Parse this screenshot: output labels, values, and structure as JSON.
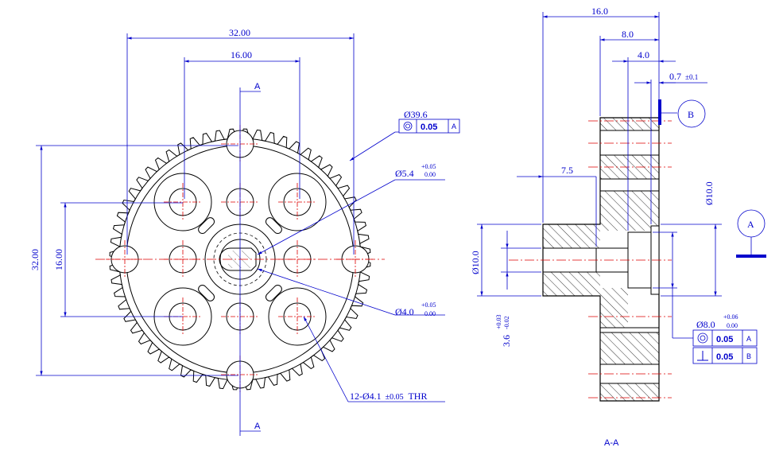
{
  "colors": {
    "outline": "#000000",
    "dimension": "#0000cc",
    "centerline": "#dd0000"
  },
  "front_view": {
    "dim_width_outer": "32.00",
    "dim_width_inner": "16.00",
    "dim_height_outer": "32.00",
    "dim_height_inner": "16.00",
    "section_mark": "A",
    "od_label": "Ø39.6",
    "od_tolerance": "0.05",
    "od_datum": "A",
    "bore1_label": "Ø5.4",
    "bore1_tol_upper": "+0.05",
    "bore1_tol_lower": "0.00",
    "bore2_label": "Ø4.0",
    "bore2_tol_upper": "+0.05",
    "bore2_tol_lower": "0.00",
    "holes_label": "12-Ø4.1",
    "holes_tol": "±0.05",
    "holes_suffix": "THR"
  },
  "section_view": {
    "dim_total_len": "16.0",
    "dim_len_8": "8.0",
    "dim_len_4": "4.0",
    "dim_len_07": "0.7",
    "dim_len_07_tol": "±0.1",
    "dim_hub_len": "7.5",
    "dim_hub_dia": "Ø10.0",
    "dim_hub_dia_right": "Ø10.0",
    "dim_slot": "3.6",
    "dim_slot_tol_upper": "+0.03",
    "dim_slot_tol_lower": "-0.02",
    "dim_counterbore": "Ø8.0",
    "dim_counterbore_tol_upper": "+0.06",
    "dim_counterbore_tol_lower": "0.00",
    "datum_a": "A",
    "datum_b": "B",
    "fcf1_tolerance": "0.05",
    "fcf1_datum": "A",
    "fcf2_tolerance": "0.05",
    "fcf2_datum": "B",
    "caption": "A-A"
  }
}
